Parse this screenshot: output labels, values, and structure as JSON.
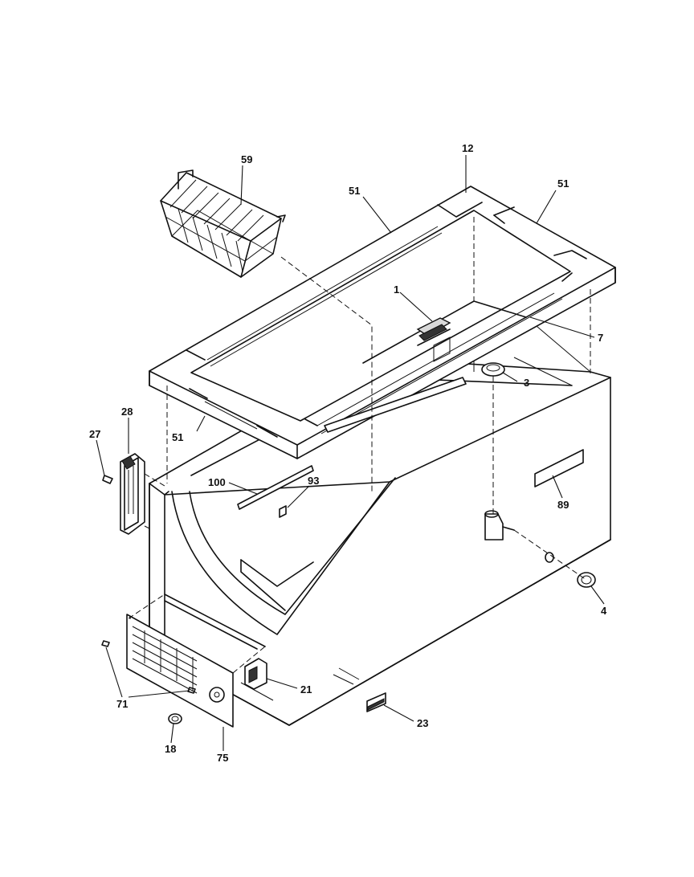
{
  "diagram": {
    "callouts": {
      "c1": "1",
      "c3": "3",
      "c4": "4",
      "c7": "7",
      "c12": "12",
      "c18": "18",
      "c21": "21",
      "c23": "23",
      "c27": "27",
      "c28": "28",
      "c51_left": "51",
      "c51_right": "51",
      "c51_bottom": "51",
      "c59": "59",
      "c71": "71",
      "c75": "75",
      "c89": "89",
      "c93": "93",
      "c100": "100"
    }
  }
}
